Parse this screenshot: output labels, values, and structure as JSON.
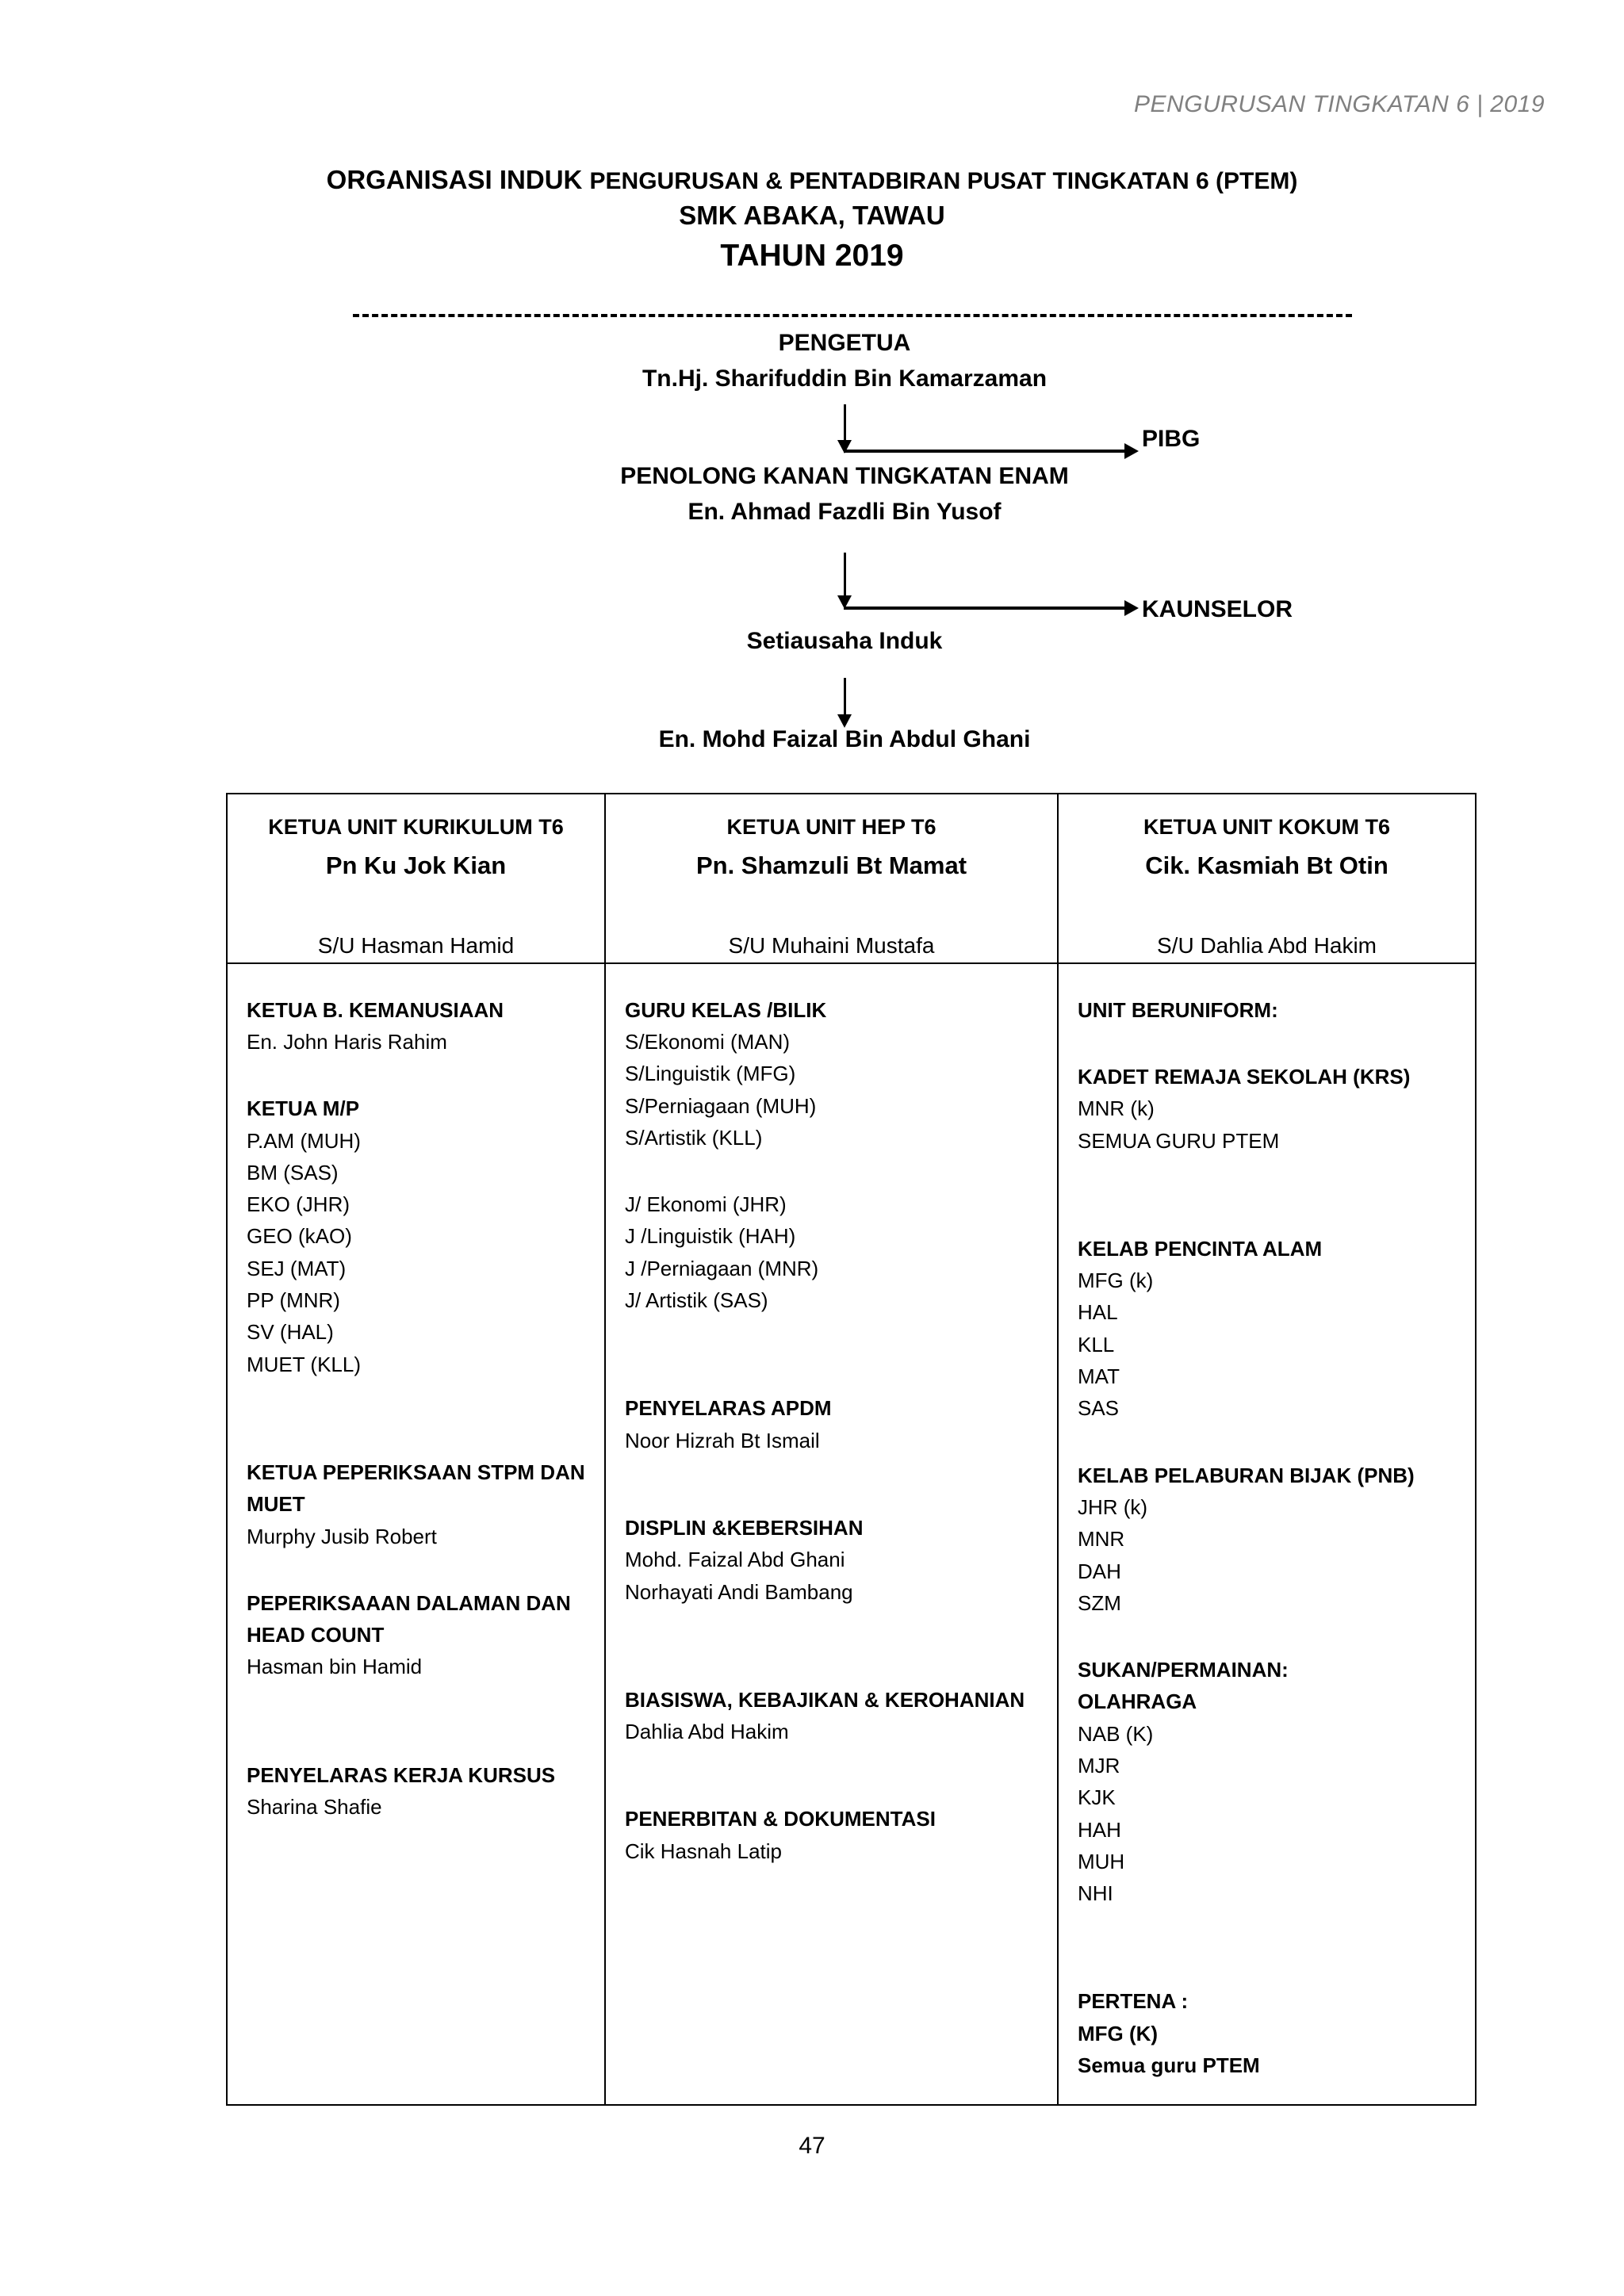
{
  "page_header": "PENGURUSAN TINGKATAN 6 | 2019",
  "title": {
    "line1_big": "ORGANISASI INDUK ",
    "line1_small": "PENGURUSAN & PENTADBIRAN PUSAT TINGKATAN 6  (PTEM)",
    "line2": "SMK ABAKA, TAWAU",
    "line3": "TAHUN 2019"
  },
  "org_chart": {
    "pengetua_role": "PENGETUA",
    "pengetua_name": "Tn.Hj. Sharifuddin Bin Kamarzaman",
    "pibg_label": "PIBG",
    "pkte_role": "PENOLONG KANAN TINGKATAN ENAM",
    "pkte_name": "En. Ahmad Fazdli Bin Yusof",
    "kaunselor_label": "KAUNSELOR",
    "setiausaha_role": "Setiausaha Induk",
    "setiausaha_name": "En. Mohd Faizal Bin Abdul Ghani"
  },
  "units": [
    {
      "unit_title": "KETUA UNIT KURIKULUM T6",
      "leader": "Pn Ku Jok Kian",
      "secretary": "S/U  Hasman Hamid",
      "sections": [
        {
          "heading": "KETUA B. KEMANUSIAAN",
          "items": [
            "En. John Haris Rahim"
          ],
          "gap_after": "gap-m"
        },
        {
          "heading": "KETUA   M/P",
          "items": [
            "P.AM (MUH)",
            "BM (SAS)",
            "EKO (JHR)",
            "GEO (kAO)",
            "SEJ (MAT)",
            "PP (MNR)",
            "SV (HAL)",
            "MUET (KLL)"
          ],
          "gap_after": "gap-xl"
        },
        {
          "heading": "KETUA PEPERIKSAAN STPM DAN MUET",
          "items": [
            "Murphy Jusib Robert"
          ],
          "gap_after": "gap-m"
        },
        {
          "heading": "PEPERIKSAAAN DALAMAN DAN HEAD COUNT",
          "items": [
            "Hasman bin Hamid"
          ],
          "gap_after": "gap-xl"
        },
        {
          "heading": "PENYELARAS  KERJA KURSUS",
          "items": [
            "Sharina Shafie"
          ],
          "gap_after": "gap-s"
        }
      ]
    },
    {
      "unit_title": "KETUA UNIT HEP T6",
      "leader": "Pn. Shamzuli Bt Mamat",
      "secretary": "S/U Muhaini Mustafa",
      "sections": [
        {
          "heading": "GURU KELAS /BILIK",
          "items": [
            "S/Ekonomi (MAN)",
            "S/Linguistik (MFG)",
            "S/Perniagaan (MUH)",
            "S/Artistik (KLL)"
          ],
          "gap_after": "gap-m"
        },
        {
          "heading": "",
          "items": [
            "J/ Ekonomi (JHR)",
            "J /Linguistik (HAH)",
            "J /Perniagaan (MNR)",
            "J/ Artistik (SAS)"
          ],
          "gap_after": "gap-xl"
        },
        {
          "heading": "PENYELARAS APDM",
          "items": [
            "Noor Hizrah Bt Ismail"
          ],
          "gap_after": "gap-l"
        },
        {
          "heading": "DISPLIN &KEBERSIHAN",
          "items": [
            "Mohd. Faizal Abd Ghani",
            "Norhayati Andi Bambang"
          ],
          "gap_after": "gap-xl"
        },
        {
          "heading": " BIASISWA, KEBAJIKAN & KEROHANIAN",
          "items": [
            "Dahlia Abd Hakim"
          ],
          "gap_after": "gap-l"
        },
        {
          "heading": "PENERBITAN & DOKUMENTASI",
          "items": [
            "Cik Hasnah Latip"
          ],
          "gap_after": "gap-s"
        }
      ]
    },
    {
      "unit_title": "KETUA UNIT KOKUM T6",
      "leader": "Cik. Kasmiah Bt Otin",
      "secretary": "S/U Dahlia Abd Hakim",
      "sections": [
        {
          "heading": "UNIT BERUNIFORM:",
          "items": [],
          "gap_after": "gap-m"
        },
        {
          "heading": "KADET REMAJA SEKOLAH (KRS)",
          "items": [
            "MNR (k)",
            "SEMUA GURU PTEM"
          ],
          "gap_after": "gap-xl"
        },
        {
          "heading": "KELAB PENCINTA  ALAM",
          "items": [
            "MFG (k)",
            "HAL",
            "KLL",
            "MAT",
            "SAS"
          ],
          "gap_after": "gap-m"
        },
        {
          "heading": "KELAB PELABURAN BIJAK (PNB)",
          "items": [
            "JHR (k)",
            "MNR",
            "DAH",
            "SZM"
          ],
          "gap_after": "gap-m"
        },
        {
          "heading": "SUKAN/PERMAINAN:",
          "subheading": "OLAHRAGA",
          "items": [
            "NAB (K)",
            "MJR",
            "KJK",
            "HAH",
            "MUH",
            "NHI"
          ],
          "gap_after": "gap-xl"
        },
        {
          "heading": "PERTENA :",
          "bold_items": [
            "MFG (K)",
            "Semua guru PTEM"
          ],
          "items": [],
          "gap_after": "gap-s"
        }
      ]
    }
  ],
  "page_number": "47"
}
